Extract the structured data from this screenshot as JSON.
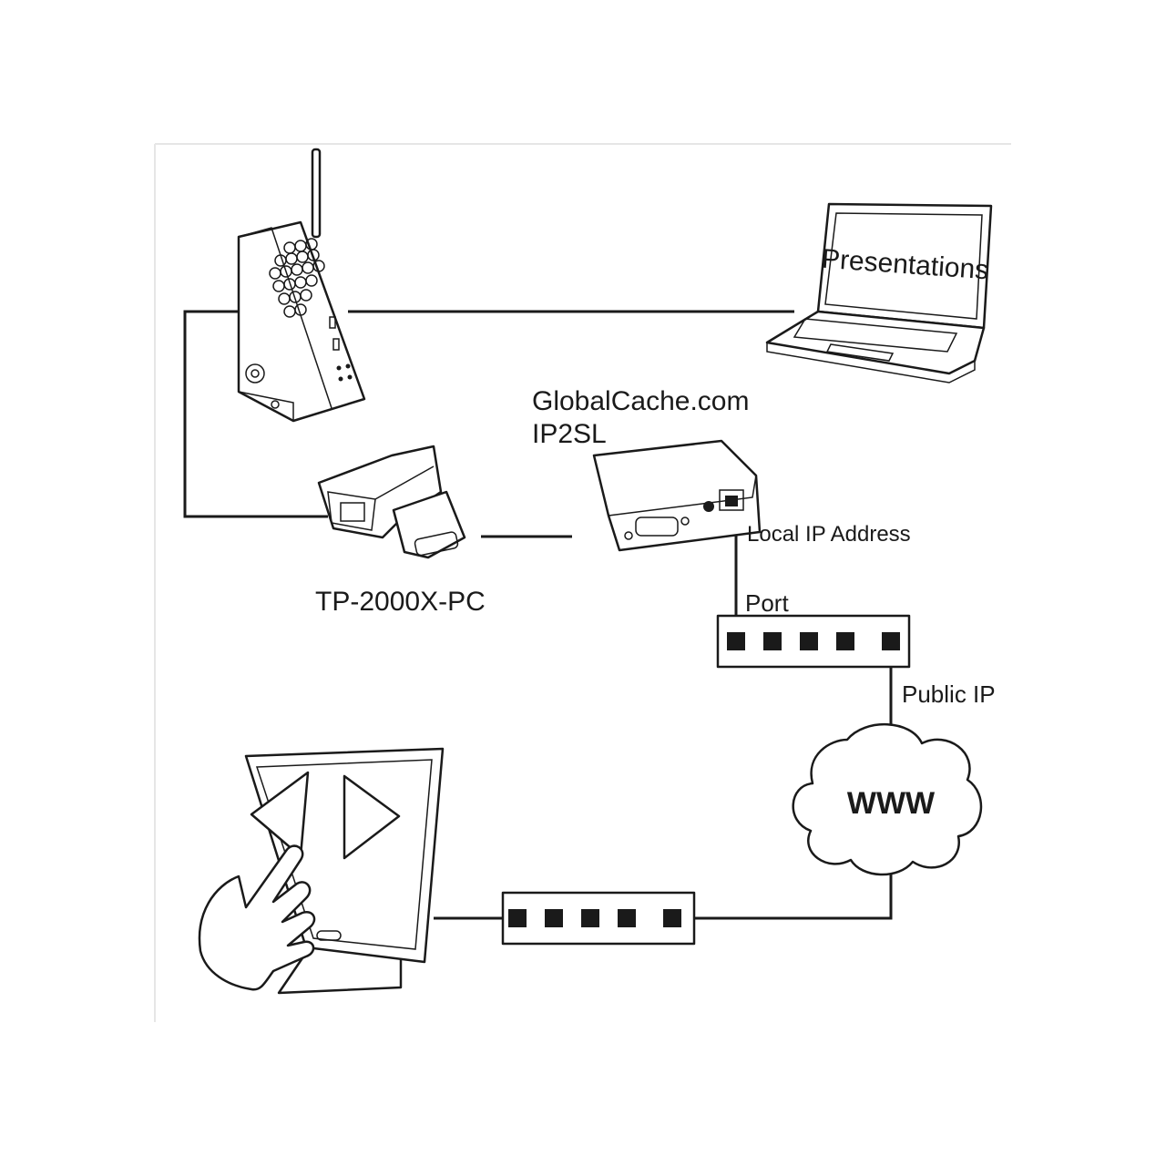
{
  "labels": {
    "laptop_screen": "Presentations",
    "ip2sl_line1": "GlobalCache.com",
    "ip2sl_line2": "IP2SL",
    "local_ip": "Local IP Address",
    "port": "Port",
    "public_ip": "Public IP",
    "cloud": "WWW",
    "adapter": "TP-2000X-PC"
  },
  "colors": {
    "ink": "#1a1a1a",
    "frame": "#e6e6e6",
    "background": "#ffffff"
  }
}
